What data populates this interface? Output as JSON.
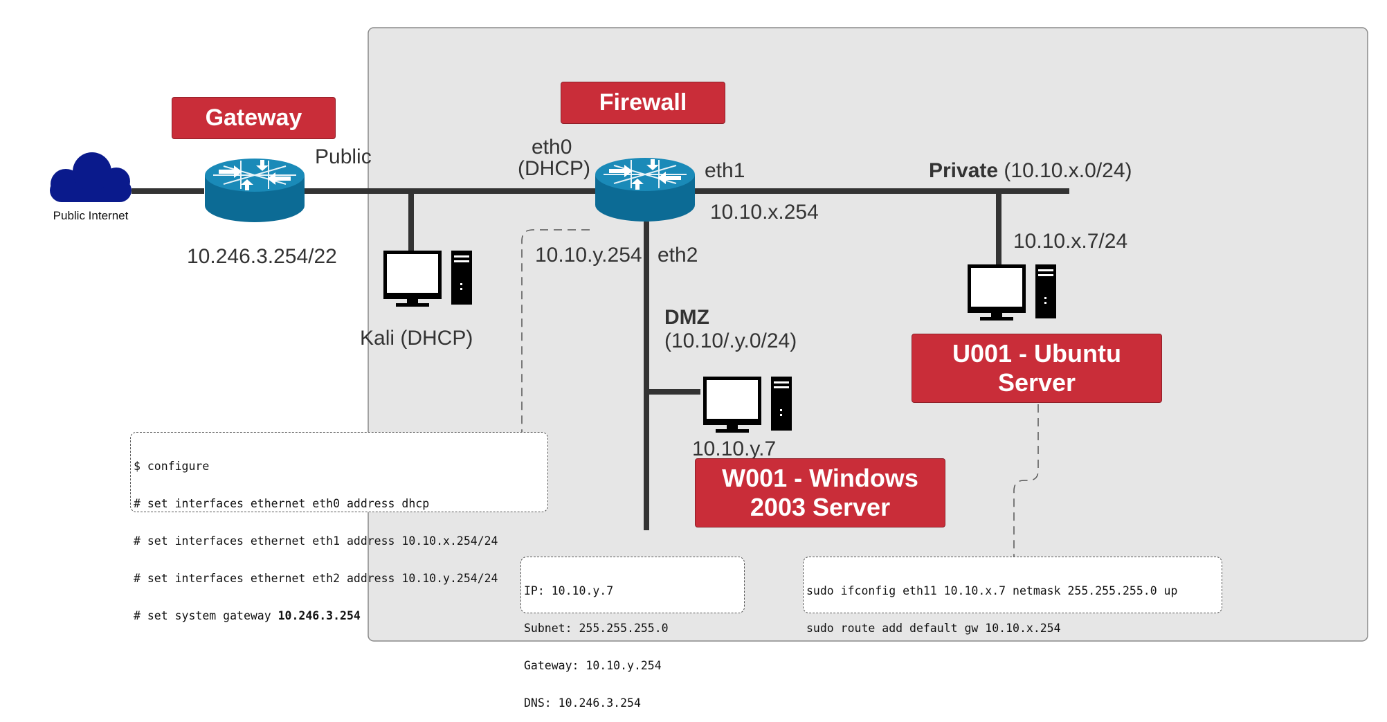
{
  "diagram": {
    "cloud_label": "Public Internet",
    "gateway": {
      "title": "Gateway",
      "link_label": "Public",
      "ip": "10.246.3.254/22"
    },
    "firewall": {
      "title": "Firewall",
      "eth0": "eth0",
      "eth0_mode": "(DHCP)",
      "eth1": "eth1",
      "eth1_ip": "10.10.x.254",
      "eth2": "eth2",
      "eth2_ip": "10.10.y.254"
    },
    "kali": {
      "label": "Kali (DHCP)"
    },
    "private_net": {
      "name": "Private",
      "cidr": " (10.10.x.0/24)"
    },
    "dmz_net": {
      "name": "DMZ",
      "cidr": "(10.10/.y.0/24)"
    },
    "ubuntu": {
      "ip": "10.10.x.7/24",
      "title_line1": "U001 - Ubuntu",
      "title_line2": "Server"
    },
    "windows": {
      "ip": "10.10.y.7",
      "title_line1": "W001 - Windows",
      "title_line2": "2003 Server"
    },
    "firewall_config": {
      "lines": [
        "$ configure",
        "# set interfaces ethernet eth0 address dhcp",
        "# set interfaces ethernet eth1 address 10.10.x.254/24",
        "# set interfaces ethernet eth2 address 10.10.y.254/24"
      ],
      "last_prefix": "# set system gateway ",
      "last_bold": "10.246.3.254"
    },
    "windows_config": {
      "lines": [
        "IP: 10.10.y.7",
        "Subnet: 255.255.255.0",
        "Gateway: 10.10.y.254",
        "DNS: 10.246.3.254"
      ]
    },
    "ubuntu_config": {
      "lines": [
        "sudo ifconfig eth11 10.10.x.7 netmask 255.255.255.0 up",
        "sudo route add default gw 10.10.x.254"
      ]
    },
    "colors": {
      "banner": "#c92d39",
      "router": "#0c6b95",
      "router_top": "#1a8ab8",
      "cloud": "#0a1a8c",
      "region": "#e6e6e6",
      "line": "#333333"
    }
  }
}
